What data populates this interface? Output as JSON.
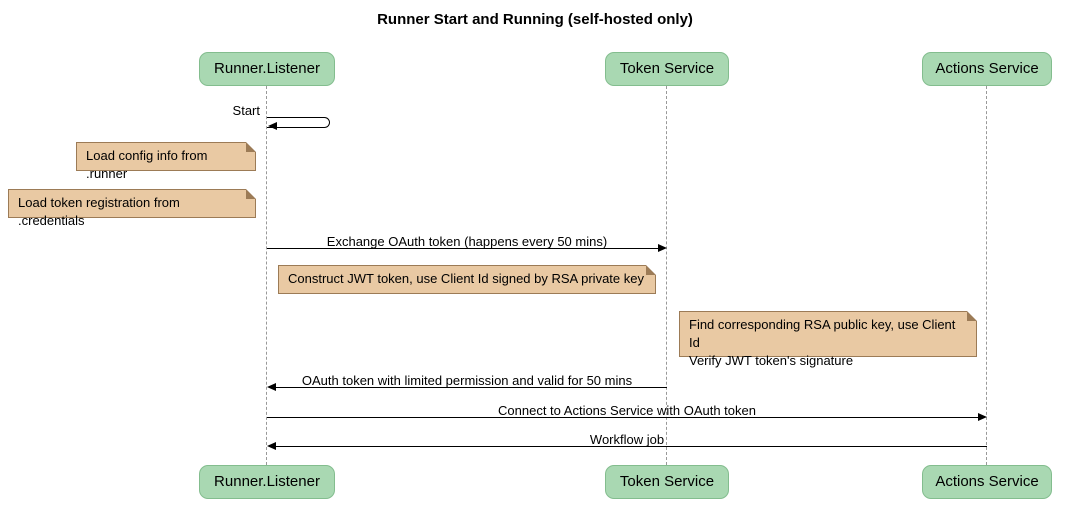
{
  "title": "Runner Start and Running (self-hosted only)",
  "participants": [
    {
      "label": "Runner.Listener"
    },
    {
      "label": "Token Service"
    },
    {
      "label": "Actions Service"
    }
  ],
  "messages": {
    "start": "Start",
    "exchange_oauth": "Exchange OAuth token (happens every 50 mins)",
    "oauth_return": "OAuth token with limited permission and valid for 50 mins",
    "connect": "Connect to Actions Service with OAuth token",
    "workflow_job": "Workflow job"
  },
  "notes": {
    "load_config": "Load config info from .runner",
    "load_credentials": "Load token registration from .credentials",
    "construct_jwt": "Construct JWT token, use Client Id signed by RSA private key",
    "find_rsa_line1": "Find corresponding RSA public key, use Client Id",
    "find_rsa_line2": "Verify JWT token's signature"
  },
  "colors": {
    "participant_fill": "#A9D8B2",
    "participant_border": "#83BD8E",
    "note_fill": "#E9C9A3",
    "note_border": "#9C7B56",
    "lifeline": "#999999",
    "arrow": "#000000"
  }
}
